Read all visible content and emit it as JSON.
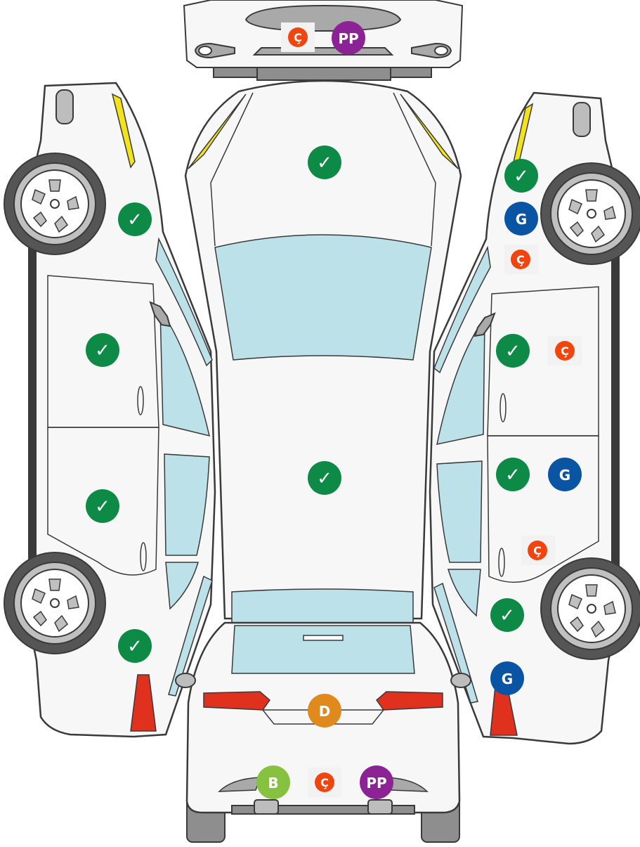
{
  "colors": {
    "ok_green": "#0c8a46",
    "painted_blue": "#0a54a4",
    "scratch_orange": "#f0450e",
    "pp_purple": "#8b2394",
    "d_orange": "#e08a1e",
    "b_green": "#86c23f",
    "glass": "#bde1e8",
    "light_yellow": "#f4e21a",
    "light_red": "#e0301e",
    "body_fill": "#f7f7f7",
    "outline": "#3a3a3a",
    "tyre": "#555555",
    "rim": "#ffffff",
    "bumper": "#8e8e8e"
  },
  "markers": {
    "front_scratch": "Ç",
    "front_pp": "PP",
    "hood_ok": "✓",
    "roof_ok": "✓",
    "left_front_fender_ok": "✓",
    "left_front_door_ok": "✓",
    "left_rear_door_ok": "✓",
    "left_rear_fender_ok": "✓",
    "right_front_fender_ok": "✓",
    "right_front_fender_painted": "G",
    "right_front_fender_scratch": "Ç",
    "right_front_door_ok": "✓",
    "right_front_door_scratch": "Ç",
    "right_rear_door_ok": "✓",
    "right_rear_door_painted": "G",
    "right_rear_door_scratch": "Ç",
    "right_rear_fender_ok": "✓",
    "right_rear_fender_painted": "G",
    "trunk_dent": "D",
    "rear_bumper_b": "B",
    "rear_scratch": "Ç",
    "rear_pp": "PP"
  }
}
